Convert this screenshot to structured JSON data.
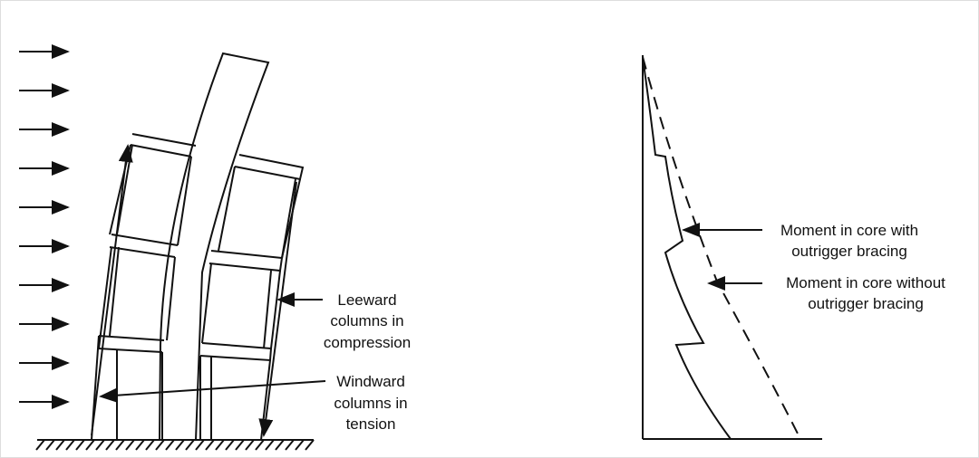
{
  "left_figure": {
    "leeward_label": [
      "Leeward",
      "columns in",
      "compression"
    ],
    "windward_label": [
      "Windward",
      "columns in",
      "tension"
    ],
    "wind_arrow_count": 10
  },
  "right_figure": {
    "with_label": [
      "Moment in core with",
      "outrigger bracing"
    ],
    "without_label": [
      "Moment in core without",
      "outrigger bracing"
    ]
  },
  "colors": {
    "ink": "#111111",
    "background": "#ffffff"
  }
}
